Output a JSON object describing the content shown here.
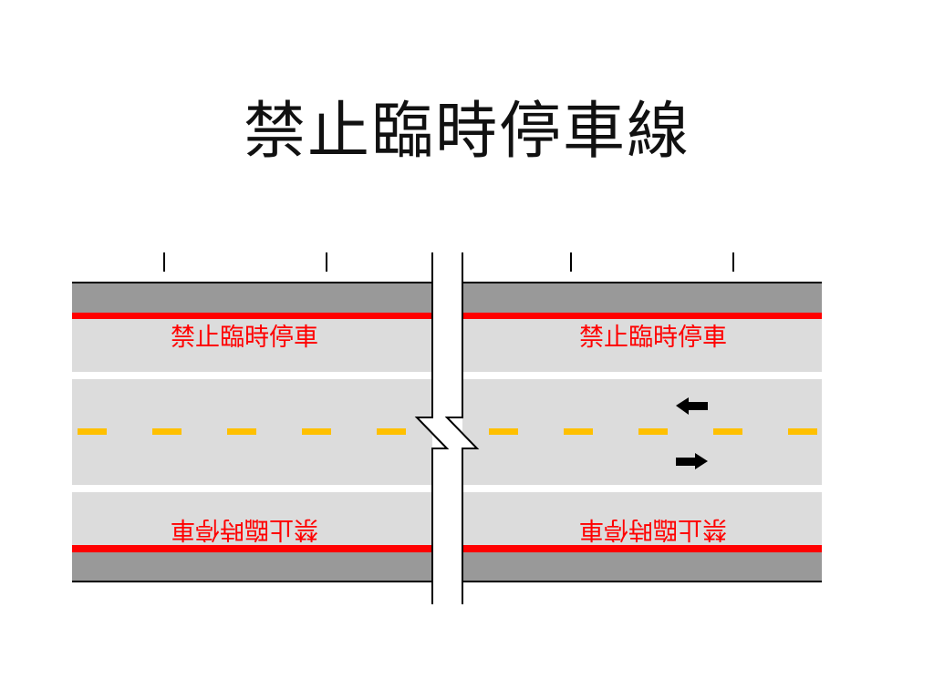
{
  "title": "禁止臨時停車線",
  "diagram": {
    "curb_label_top_left": "禁止臨時停車",
    "curb_label_top_right": "禁止臨時停車",
    "curb_label_bottom_left": "禁止臨時停車",
    "curb_label_bottom_right": "禁止臨時停車",
    "colors": {
      "sidewalk": "#999999",
      "no_stopping_line": "#ff0000",
      "lane": "#dcdcdc",
      "center_line": "#ffc000",
      "arrow": "#000000"
    },
    "icons": [
      "arrow-left-icon",
      "arrow-right-icon",
      "road-break-icon"
    ]
  }
}
